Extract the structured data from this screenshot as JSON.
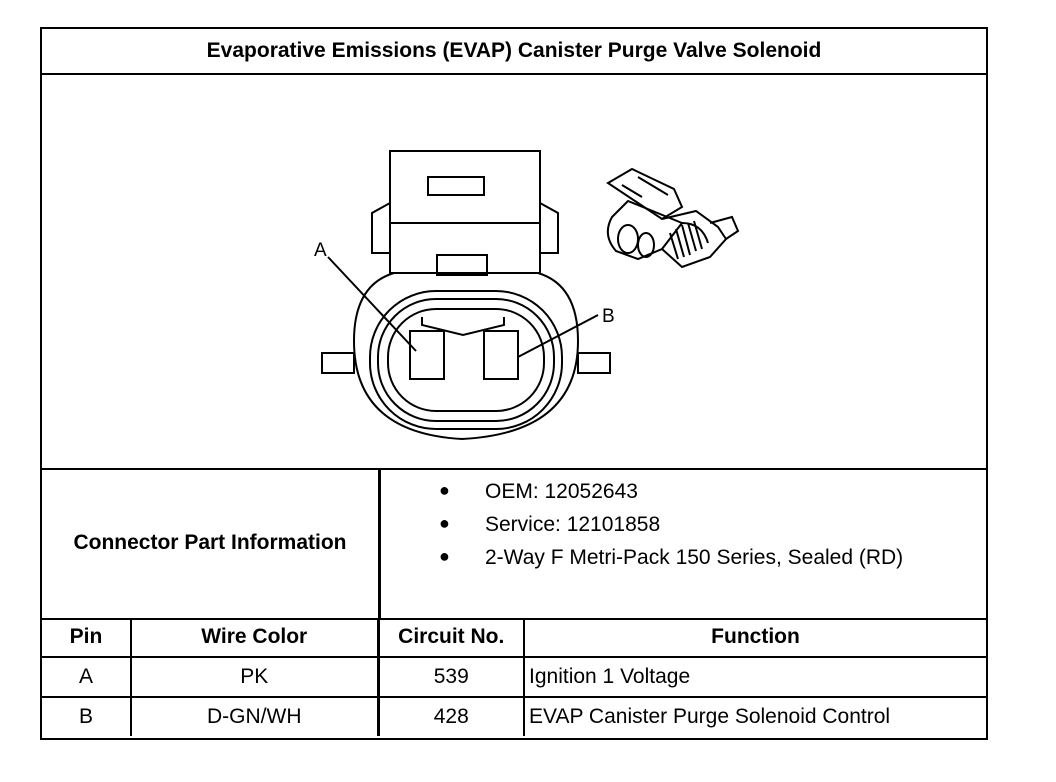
{
  "title": "Evaporative Emissions (EVAP) Canister Purge Valve Solenoid",
  "diagram": {
    "pin_a_label": "A",
    "pin_b_label": "B"
  },
  "connector_info": {
    "label": "Connector Part Information",
    "items": [
      "OEM: 12052643",
      "Service: 12101858",
      "2-Way F Metri-Pack 150 Series, Sealed (RD)"
    ]
  },
  "pin_table": {
    "headers": [
      "Pin",
      "Wire Color",
      "Circuit No.",
      "Function"
    ],
    "rows": [
      [
        "A",
        "PK",
        "539",
        "Ignition 1 Voltage"
      ],
      [
        "B",
        "D-GN/WH",
        "428",
        "EVAP Canister Purge Solenoid Control"
      ]
    ]
  }
}
